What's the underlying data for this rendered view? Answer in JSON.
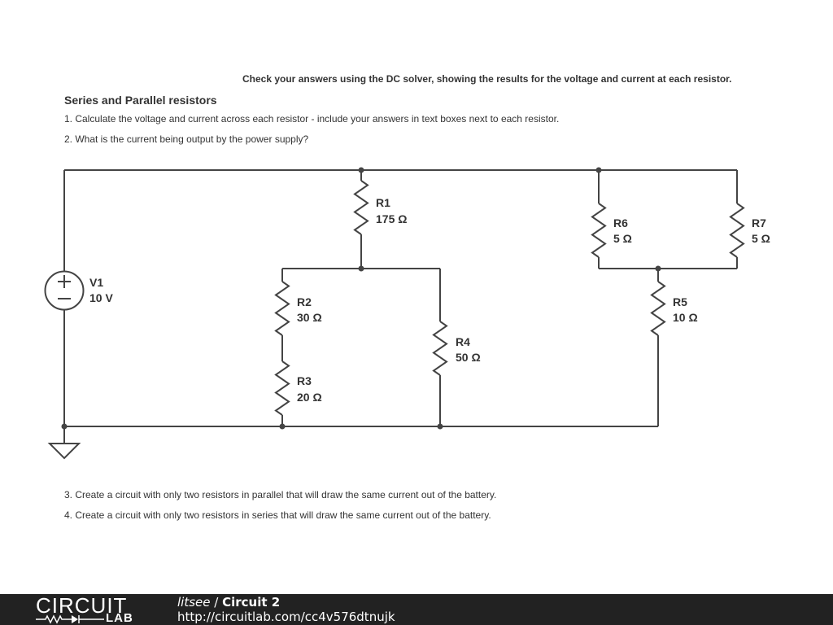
{
  "instructions": {
    "check_note": "Check your answers using the DC solver, showing the results for the voltage and current at each resistor.",
    "heading": "Series and Parallel resistors",
    "q1": "1. Calculate the voltage and current across each resistor - include your answers in text boxes next to each resistor.",
    "q2": "2. What is the current being output by the power supply?",
    "q3": "3. Create a circuit with only two resistors in parallel that will draw the same current out of the battery.",
    "q4": "4. Create a circuit with only two resistors in series that will draw the same current out of the battery."
  },
  "circuit": {
    "source": {
      "name": "V1",
      "value": "10 V"
    },
    "resistors": {
      "r1": {
        "name": "R1",
        "value": "175 Ω"
      },
      "r2": {
        "name": "R2",
        "value": "30 Ω"
      },
      "r3": {
        "name": "R3",
        "value": "20 Ω"
      },
      "r4": {
        "name": "R4",
        "value": "50 Ω"
      },
      "r5": {
        "name": "R5",
        "value": "10 Ω"
      },
      "r6": {
        "name": "R6",
        "value": "5 Ω"
      },
      "r7": {
        "name": "R7",
        "value": "5 Ω"
      }
    }
  },
  "footer": {
    "logo_top": "CIRCUIT",
    "logo_bottom": "LAB",
    "author": "litsee",
    "separator": " / ",
    "title": "Circuit 2",
    "url": "http://circuitlab.com/cc4v576dtnujk"
  }
}
